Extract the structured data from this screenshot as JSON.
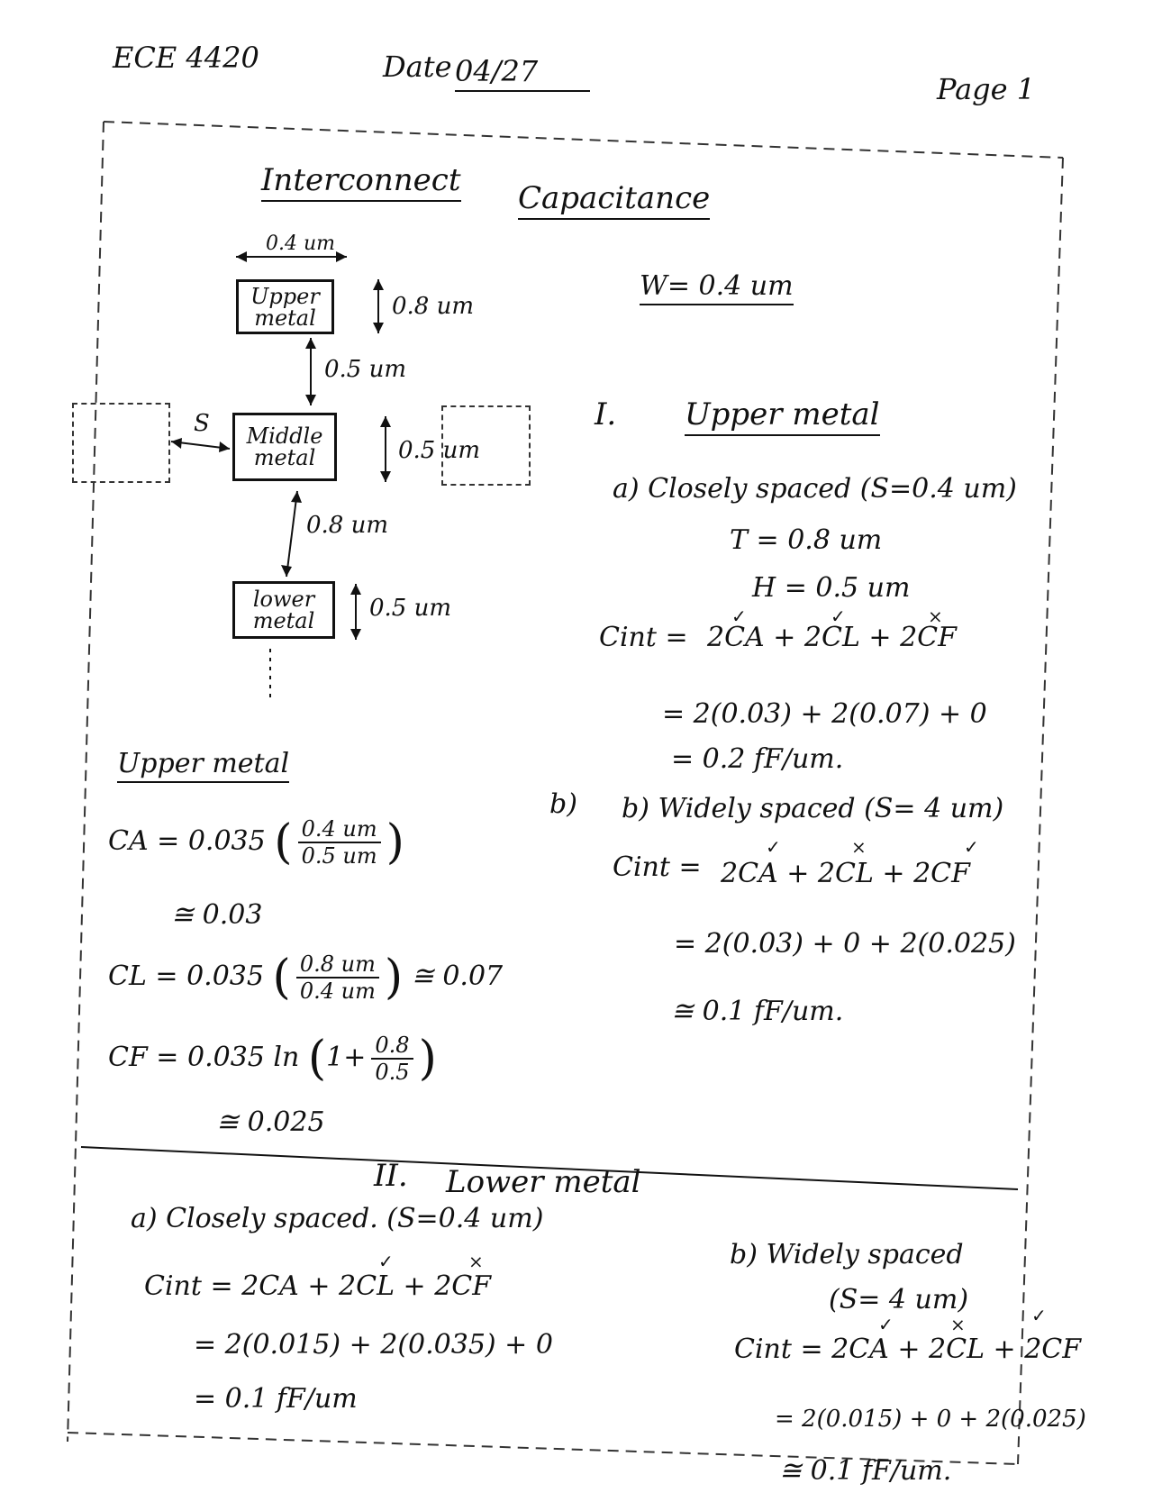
{
  "header": {
    "course": "ECE 4420",
    "date_label": "Date",
    "date_value": "04/27",
    "page": "Page 1"
  },
  "title": {
    "word1": "Interconnect",
    "word2": "Capacitance"
  },
  "diagram": {
    "width_dim": "0.4 um",
    "upper_box": "Upper metal",
    "upper_thickness": "0.8 um",
    "gap_upper": "0.5 um",
    "spacing": "S",
    "middle_box": "Middle metal",
    "middle_thickness": "0.5 um",
    "gap_lower": "0.8 um",
    "lower_box": "lower metal",
    "lower_thickness": "0.5 um"
  },
  "w_value": "W= 0.4 um",
  "section1": {
    "heading_num": "I.",
    "heading": "Upper metal",
    "a_label": "a) Closely spaced (S=0.4 um)",
    "a_T": "T = 0.8 um",
    "a_H": "H = 0.5 um",
    "a_cint_lhs": "Cint =",
    "a_cint_rhs": "2CA + 2CL + 2CF",
    "a_step2": "= 2(0.03) + 2(0.07) + 0",
    "a_result": "= 0.2 fF/um.",
    "b_label": "b) Widely spaced (S= 4 um)",
    "b_cint_lhs": "Cint =",
    "b_cint_rhs": "2CA + 2CL + 2CF",
    "b_step2": "= 2(0.03) + 0 + 2(0.025)",
    "b_result": "≅ 0.1 fF/um."
  },
  "upper_calc": {
    "heading": "Upper metal",
    "ca_lhs": "CA = 0.035",
    "ca_num": "0.4 um",
    "ca_den": "0.5 um",
    "ca_approx": "≅ 0.03",
    "cl_lhs": "CL = 0.035",
    "cl_num": "0.8 um",
    "cl_den": "0.4 um",
    "cl_approx": "≅ 0.07",
    "cf_lhs": "CF = 0.035 ln",
    "cf_one": "1+",
    "cf_num": "0.8",
    "cf_den": "0.5",
    "cf_approx": "≅ 0.025"
  },
  "section2": {
    "heading_num": "II.",
    "heading": "Lower metal",
    "a_label": "a) Closely spaced. (S=0.4 um)",
    "a_cint": "Cint = 2CA + 2CL + 2CF",
    "a_step2": "= 2(0.015) + 2(0.035) + 0",
    "a_result": "= 0.1 fF/um",
    "b_label": "b) Widely spaced",
    "b_label2": "(S= 4 um)",
    "b_cint": "Cint = 2CA + 2CL + 2CF",
    "b_step2": "= 2(0.015) + 0 + 2(0.025)",
    "b_result": "≅ 0.1 fF/um."
  },
  "marks": {
    "check": "✓",
    "cross": "×"
  }
}
